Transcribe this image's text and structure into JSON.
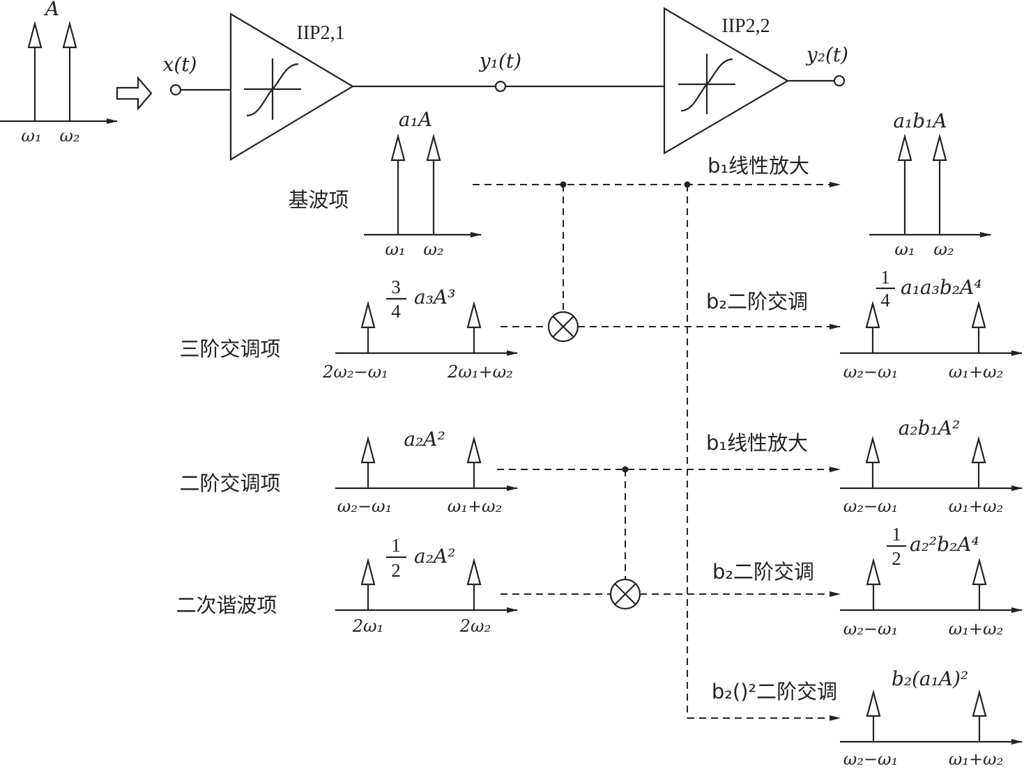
{
  "input_spectrum": {
    "amplitude": "A",
    "ticks": [
      "ω₁",
      "ω₂"
    ]
  },
  "amplifier1": {
    "label": "IIP2,1",
    "input": "x(t)",
    "output": "y₁(t)"
  },
  "amplifier2": {
    "label": "IIP2,2",
    "output": "y₂(t)"
  },
  "rows": [
    {
      "name": "基波项",
      "amplitude": "a₁A",
      "ticks": [
        "ω₁",
        "ω₂"
      ],
      "op_label": "b₁线性放大",
      "out_amplitude": "a₁b₁A",
      "out_ticks": [
        "ω₁",
        "ω₂"
      ]
    },
    {
      "name": "三阶交调项",
      "amplitude_num": "3",
      "amplitude_den": "4",
      "amplitude_rest": "a₃A³",
      "ticks": [
        "2ω₂−ω₁",
        "2ω₁+ω₂"
      ],
      "op_label": "b₂二阶交调",
      "out_amplitude_num": "1",
      "out_amplitude_den": "4",
      "out_amplitude_rest": "a₁a₃b₂A⁴",
      "out_ticks": [
        "ω₂−ω₁",
        "ω₁+ω₂"
      ]
    },
    {
      "name": "二阶交调项",
      "amplitude": "a₂A²",
      "ticks": [
        "ω₂−ω₁",
        "ω₁+ω₂"
      ],
      "op_label": "b₁线性放大",
      "out_amplitude": "a₂b₁A²",
      "out_ticks": [
        "ω₂−ω₁",
        "ω₁+ω₂"
      ]
    },
    {
      "name": "二次谐波项",
      "amplitude_num": "1",
      "amplitude_den": "2",
      "amplitude_rest": "a₂A²",
      "ticks": [
        "2ω₁",
        "2ω₂"
      ],
      "op_label": "b₂二阶交调",
      "out_amplitude_num": "1",
      "out_amplitude_den": "2",
      "out_amplitude_rest": "a₂²b₂A⁴",
      "out_ticks": [
        "ω₂−ω₁",
        "ω₁+ω₂"
      ]
    }
  ],
  "extra_output": {
    "op_label": "b₂()²二阶交调",
    "out_amplitude": "b₂(a₁A)²",
    "out_ticks": [
      "ω₂−ω₁",
      "ω₁+ω₂"
    ]
  }
}
